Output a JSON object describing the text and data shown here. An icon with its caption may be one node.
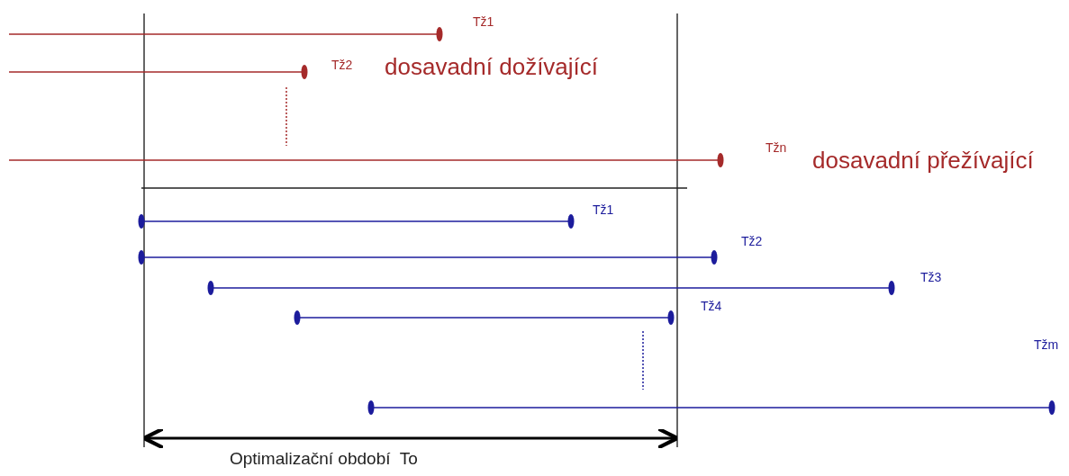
{
  "diagram": {
    "labels": [
      "Tž1",
      "Tž2",
      "dosavadní dožívající",
      "Tžn",
      "dosavadní přežívající",
      "Tž1",
      "Tž2",
      "Tž3",
      "Tž4",
      "Tžm",
      "Optimalizační období  To"
    ]
  }
}
